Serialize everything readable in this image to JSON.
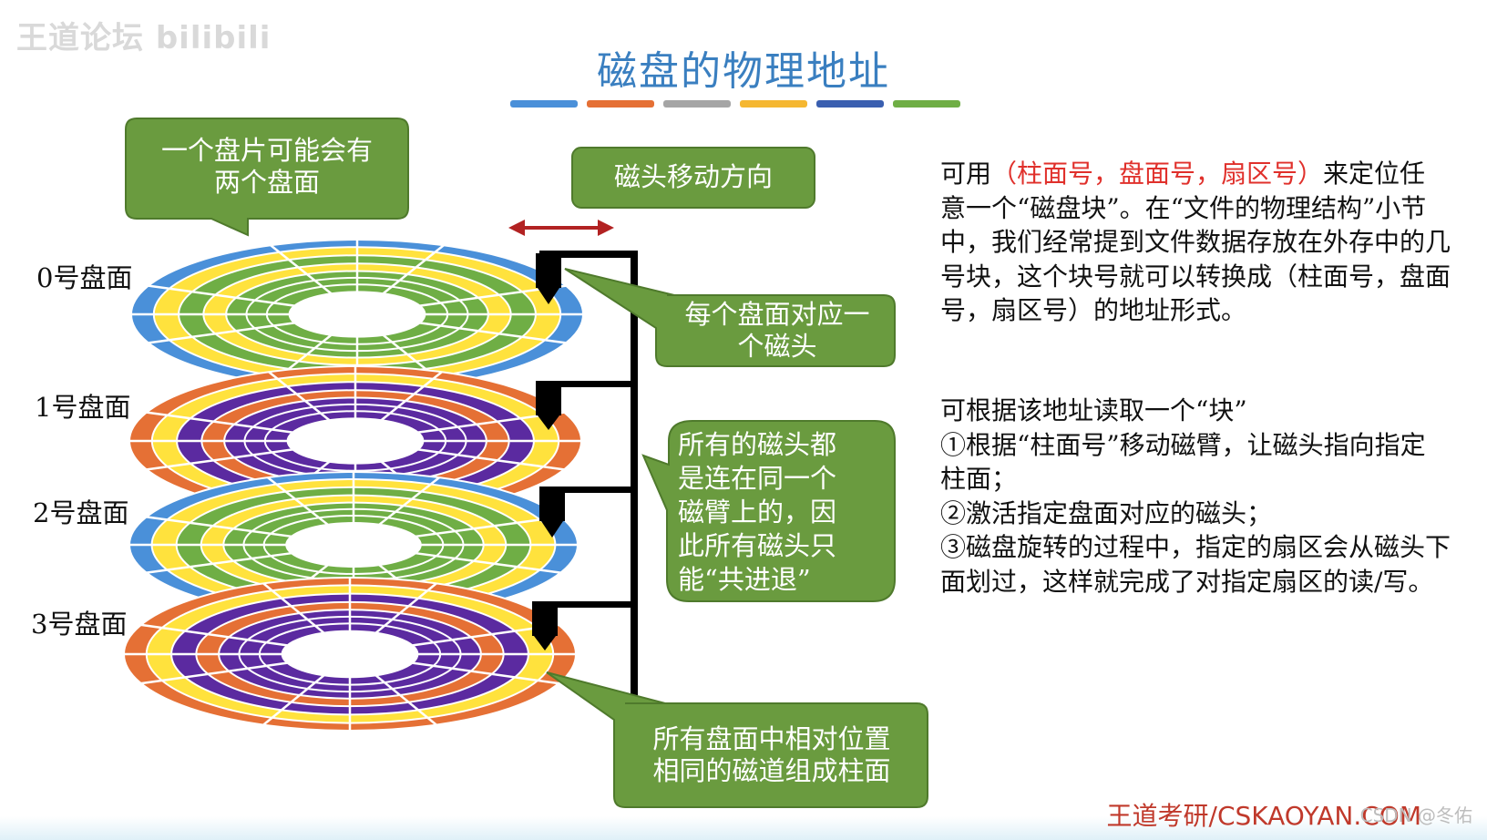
{
  "watermark": {
    "logo_text": "王道论坛 bilibili"
  },
  "title": "磁盘的物理地址",
  "title_underline_colors": [
    "#4a90d9",
    "#e57035",
    "#a5a5a5",
    "#f5b731",
    "#3a5fb0",
    "#6fae45"
  ],
  "platter_colors": {
    "blue": "#4a90d9",
    "yellow": "#ffe23d",
    "green": "#6fae45",
    "orange": "#e57035",
    "purple": "#5b2aa0"
  },
  "surfaces": [
    {
      "label": "0号盘面"
    },
    {
      "label": "1号盘面"
    },
    {
      "label": "2号盘面"
    },
    {
      "label": "3号盘面"
    }
  ],
  "callouts": {
    "two_sides": "一个盘片可能会有\n两个盘面",
    "head_direction": "磁头移动方向",
    "one_head_per_surface": "每个盘面对应一\n个磁头",
    "heads_linked": "所有的磁头都\n是连在同一个\n磁臂上的，因\n此所有磁头只\n能“共进退”",
    "cylinder": "所有盘面中相对位置\n相同的磁道组成柱面"
  },
  "paragraph1": {
    "before": "可用",
    "highlight": "（柱面号，盘面号，扇区号）",
    "after": "来定位任意一个“磁盘块”。在“文件的物理结构”小节中，我们经常提到文件数据存放在外存中的几号块，这个块号就可以转换成（柱面号，盘面号，扇区号）的地址形式。"
  },
  "paragraph2": {
    "intro": "可根据该地址读取一个“块”",
    "step1": "①根据“柱面号”移动磁臂，让磁头指向指定柱面；",
    "step2": "②激活指定盘面对应的磁头；",
    "step3": "③磁盘旋转的过程中，指定的扇区会从磁头下面划过，这样就完成了对指定扇区的读/写。"
  },
  "footer": {
    "brand": "王道考研/CSKAOYAN.COM",
    "watermark": "CSDN @冬佑"
  }
}
